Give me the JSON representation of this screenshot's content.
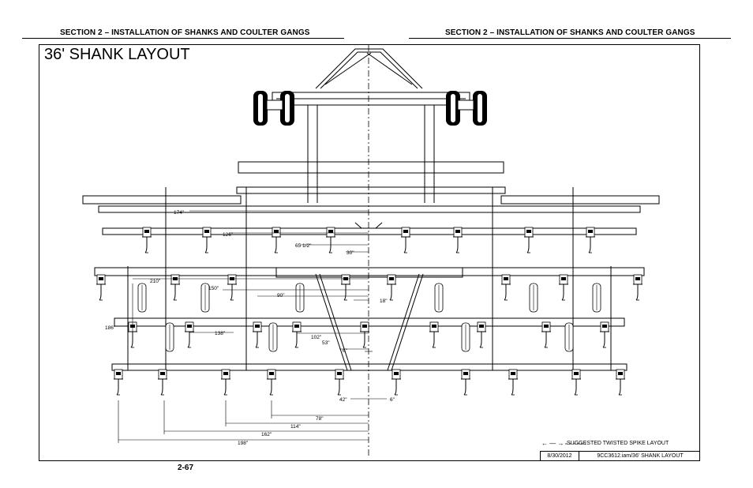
{
  "header": {
    "left": "SECTION 2 – INSTALLATION OF SHANKS AND COULTER GANGS",
    "right": "SECTION 2 – INSTALLATION OF SHANKS AND COULTER GANGS"
  },
  "title": "36' SHANK LAYOUT",
  "dimensions": {
    "d174": "174\"",
    "d126": "126\"",
    "d65": "65 1/2\"",
    "d30": "30\"",
    "d210": "210\"",
    "d150": "150\"",
    "d90": "90\"",
    "d18": "18\"",
    "d186": "186\"",
    "d138": "138\"",
    "d102": "102\"",
    "d53": "53\"",
    "d6a": "6\"",
    "d42": "42\"",
    "d6b": "6\"",
    "d78": "78\"",
    "d114": "114\"",
    "d162": "162\"",
    "d198": "198\""
  },
  "legend": "SUGGESTED TWISTED SPIKE LAYOUT",
  "title_block": {
    "date": "8/30/2012",
    "file": "9CC3612.iam/36' SHANK LAYOUT"
  },
  "page_number": "2-67"
}
